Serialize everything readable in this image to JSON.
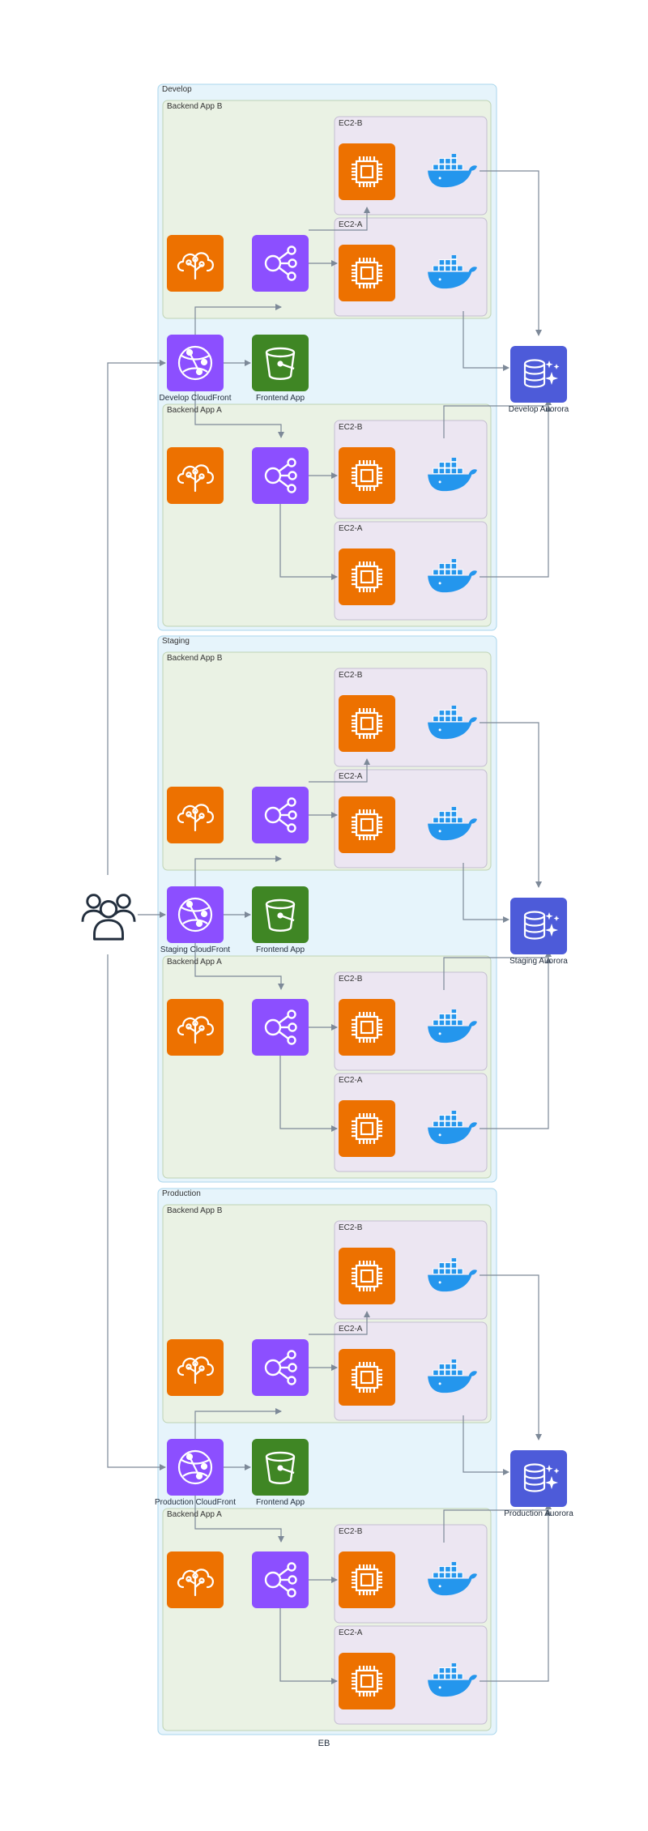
{
  "footer": "EB",
  "colors": {
    "env_fill": "#e6f4fb",
    "env_stroke": "#a9d6ec",
    "group_fill": "#eaf2e4",
    "group_stroke": "#bfd3b4",
    "ec2group_fill": "#ece6f2",
    "ec2group_stroke": "#c4bdd1",
    "compute": "#ed7100",
    "network": "#8c4fff",
    "storage": "#3f8624",
    "database": "#4d5bd9",
    "docker": "#2496ed",
    "arrow": "#7d8998"
  },
  "icons": {
    "users": "users-icon",
    "cloudfront": "cloudfront-icon",
    "s3": "s3-bucket-icon",
    "beanstalk": "elastic-beanstalk-icon",
    "elb": "load-balancer-icon",
    "ec2": "ec2-instance-icon",
    "docker": "docker-icon",
    "aurora": "aurora-icon"
  },
  "labels": {
    "backend_b": "Backend App B",
    "backend_a": "Backend App A",
    "ec2_b": "EC2-B",
    "ec2_a": "EC2-A",
    "frontend": "Frontend App"
  },
  "environments": [
    {
      "name": "Develop",
      "cloudfront": "Develop CloudFront",
      "aurora": "Develop Auorora"
    },
    {
      "name": "Staging",
      "cloudfront": "Staging CloudFront",
      "aurora": "Staging Auorora"
    },
    {
      "name": "Production",
      "cloudfront": "Production CloudFront",
      "aurora": "Production Auorora"
    }
  ]
}
